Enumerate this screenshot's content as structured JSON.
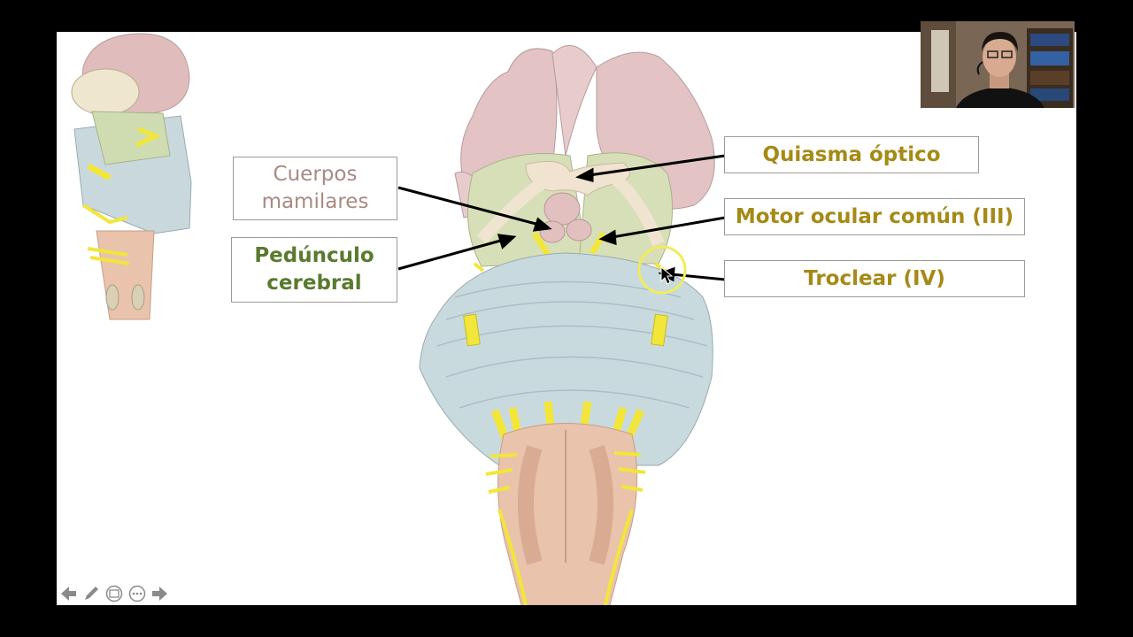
{
  "labels": {
    "cuerpos_mamilares": "Cuerpos\nmamilares",
    "pedunculo_cerebral": "Pedúnculo\ncerebral",
    "quiasma_optico": "Quiasma óptico",
    "motor_ocular_comun": "Motor ocular común (III)",
    "troclear": "Troclear (IV)"
  },
  "colors": {
    "mamilares_text": "#a88a82",
    "pedunculo_text": "#5a7a2e",
    "nerve_text": "#a58a16",
    "slide_bg": "#ffffff",
    "screen_bg": "#000000",
    "brain_pink": "#e3c3c3",
    "pons_blue": "#c9dade",
    "nerve_yellow": "#f2e63a",
    "cursor_ring": "#f1ec5a"
  },
  "controls": {
    "icons": [
      "arrow-left-icon",
      "pencil-icon",
      "slides-icon",
      "more-icon",
      "arrow-right-icon"
    ]
  }
}
